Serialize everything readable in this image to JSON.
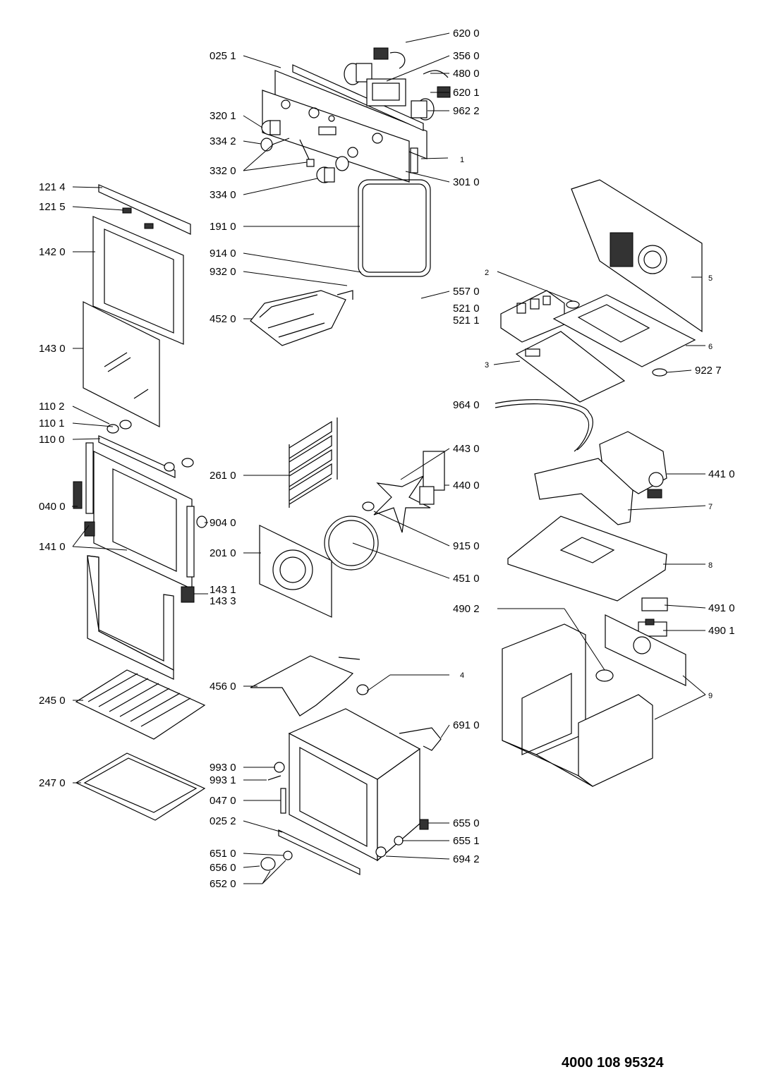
{
  "document_number": "4000 108 95324",
  "labels": {
    "l_620_0": "620 0",
    "l_025_1": "025 1",
    "l_356_0": "356 0",
    "l_480_0": "480 0",
    "l_620_1": "620 1",
    "l_962_2": "962 2",
    "l_320_1": "320 1",
    "l_334_2": "334 2",
    "l_1": "1",
    "l_332_0": "332 0",
    "l_301_0": "301 0",
    "l_334_0": "334 0",
    "l_121_4": "121 4",
    "l_121_5": "121 5",
    "l_191_0": "191 0",
    "l_142_0": "142 0",
    "l_914_0": "914 0",
    "l_932_0": "932 0",
    "l_2": "2",
    "l_5": "5",
    "l_557_0": "557 0",
    "l_521_0": "521 0",
    "l_521_1": "521 1",
    "l_452_0": "452 0",
    "l_6": "6",
    "l_143_0": "143 0",
    "l_3": "3",
    "l_922_7": "922 7",
    "l_964_0": "964 0",
    "l_110_2": "110 2",
    "l_110_1": "110 1",
    "l_110_0": "110 0",
    "l_443_0": "443 0",
    "l_261_0": "261 0",
    "l_440_0": "440 0",
    "l_441_0": "441 0",
    "l_040_0": "040 0",
    "l_7": "7",
    "l_904_0": "904 0",
    "l_141_0": "141 0",
    "l_915_0": "915 0",
    "l_201_0": "201 0",
    "l_8": "8",
    "l_451_0": "451 0",
    "l_143_1": "143 1",
    "l_143_3": "143 3",
    "l_491_0": "491 0",
    "l_490_2": "490 2",
    "l_490_1": "490 1",
    "l_456_0": "456 0",
    "l_245_0": "245 0",
    "l_4": "4",
    "l_9": "9",
    "l_691_0": "691 0",
    "l_993_0": "993 0",
    "l_993_1": "993 1",
    "l_247_0": "247 0",
    "l_047_0": "047 0",
    "l_025_2": "025 2",
    "l_655_0": "655 0",
    "l_655_1": "655 1",
    "l_651_0": "651 0",
    "l_656_0": "656 0",
    "l_694_2": "694 2",
    "l_652_0": "652 0"
  }
}
